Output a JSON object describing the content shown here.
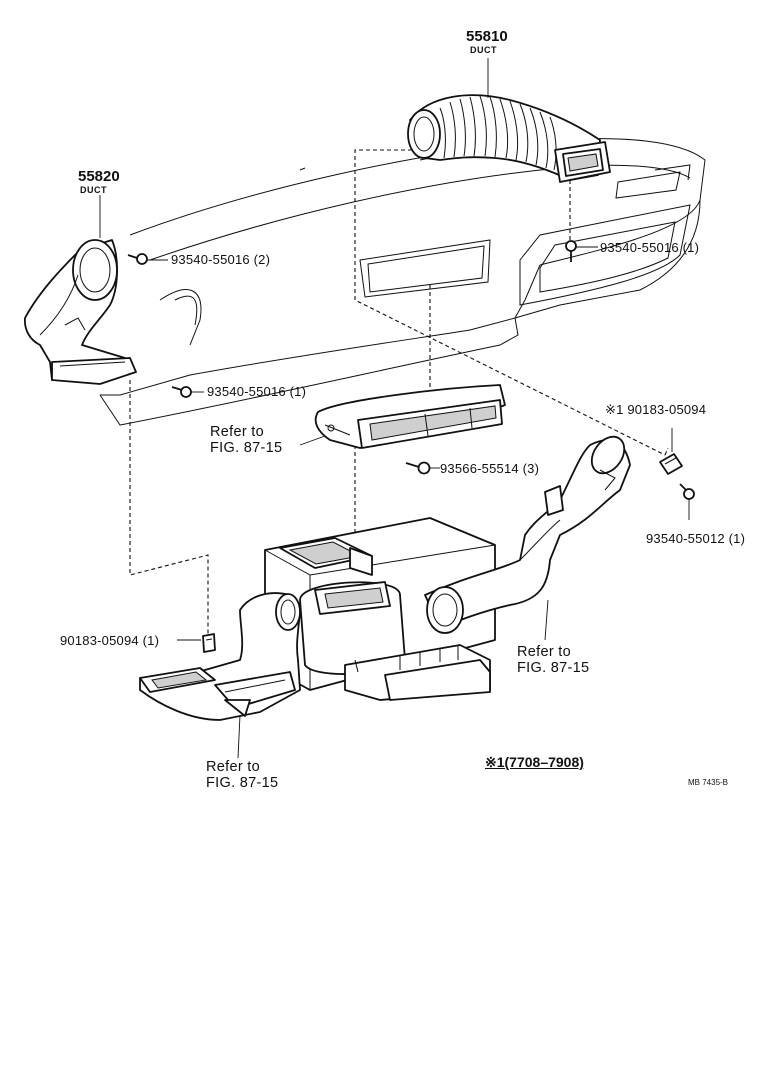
{
  "parts": {
    "duct_upper": {
      "number": "55810",
      "name": "DUCT"
    },
    "duct_left": {
      "number": "55820",
      "name": "DUCT"
    },
    "screw_left_upper": "93540-55016 (2)",
    "screw_right_upper": "93540-55016 (1)",
    "screw_left_lower": "93540-55016 (1)",
    "clip_right": "※1 90183-05094",
    "screw_center": "93566-55514 (3)",
    "screw_right_lower": "93540-55012 (1)",
    "clip_left": "90183-05094 (1)"
  },
  "refs": {
    "center": [
      "Refer to",
      "FIG. 87-15"
    ],
    "right": [
      "Refer to",
      "FIG. 87-15"
    ],
    "bottom": [
      "Refer to",
      "FIG. 87-15"
    ]
  },
  "legend": "※1(7708–7908)",
  "drawing_code": "MB  7435-B",
  "icons": [
    "screw-icon",
    "clip-icon",
    "duct-icon",
    "heater-unit-icon"
  ]
}
